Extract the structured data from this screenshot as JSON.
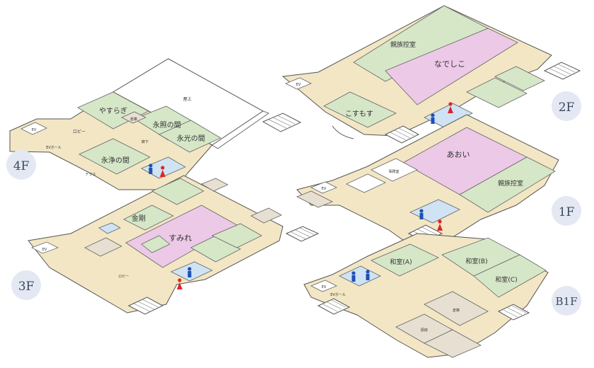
{
  "floors": {
    "f4": {
      "badge": "4F",
      "rooms": {
        "yasuragi": "やすらぎ",
        "eisho": "永照の間",
        "eiko": "永光の間",
        "eijo": "永浄の間",
        "okujo": "屋上",
        "lobby": "ロビー",
        "ev_hall": "EVホール",
        "terrace": "テラス",
        "ev": "EV",
        "store": "倉庫",
        "hall": "廊下"
      }
    },
    "f3": {
      "badge": "3F",
      "rooms": {
        "kongo": "金剛",
        "sumire": "すみれ",
        "ev": "EV",
        "lobby": "ロビー"
      }
    },
    "f2": {
      "badge": "2F",
      "rooms": {
        "shinzoku": "親族控室",
        "nadeshiko": "なでしこ",
        "kosumosu": "こすもす",
        "ev": "EV"
      }
    },
    "f1": {
      "badge": "1F",
      "rooms": {
        "aoi": "あおい",
        "shinzoku": "親族控室",
        "ev": "EV",
        "office": "事務室"
      }
    },
    "b1": {
      "badge": "B1F",
      "rooms": {
        "washitsu_a": "和室(A)",
        "washitsu_b": "和室(B)",
        "washitsu_c": "和室(C)",
        "ev": "EV",
        "ev_hall": "EVホール",
        "store": "倉庫",
        "kitchen": "厨房"
      }
    }
  },
  "colors": {
    "corridor": "#f2e6c4",
    "pink_hall": "#ecc9e6",
    "green_room": "#d6e7c8",
    "gray_room": "#e7dfd1",
    "outline": "#555555",
    "badge_bg": "#e3e8f2",
    "badge_text": "#3b4a63",
    "toilet": "#cfe3f4",
    "male": "#1f4fb6",
    "female": "#e02424",
    "roof": "#ffffff"
  },
  "icons": [
    "male-toilet-icon",
    "female-toilet-icon",
    "stairs-icon"
  ]
}
